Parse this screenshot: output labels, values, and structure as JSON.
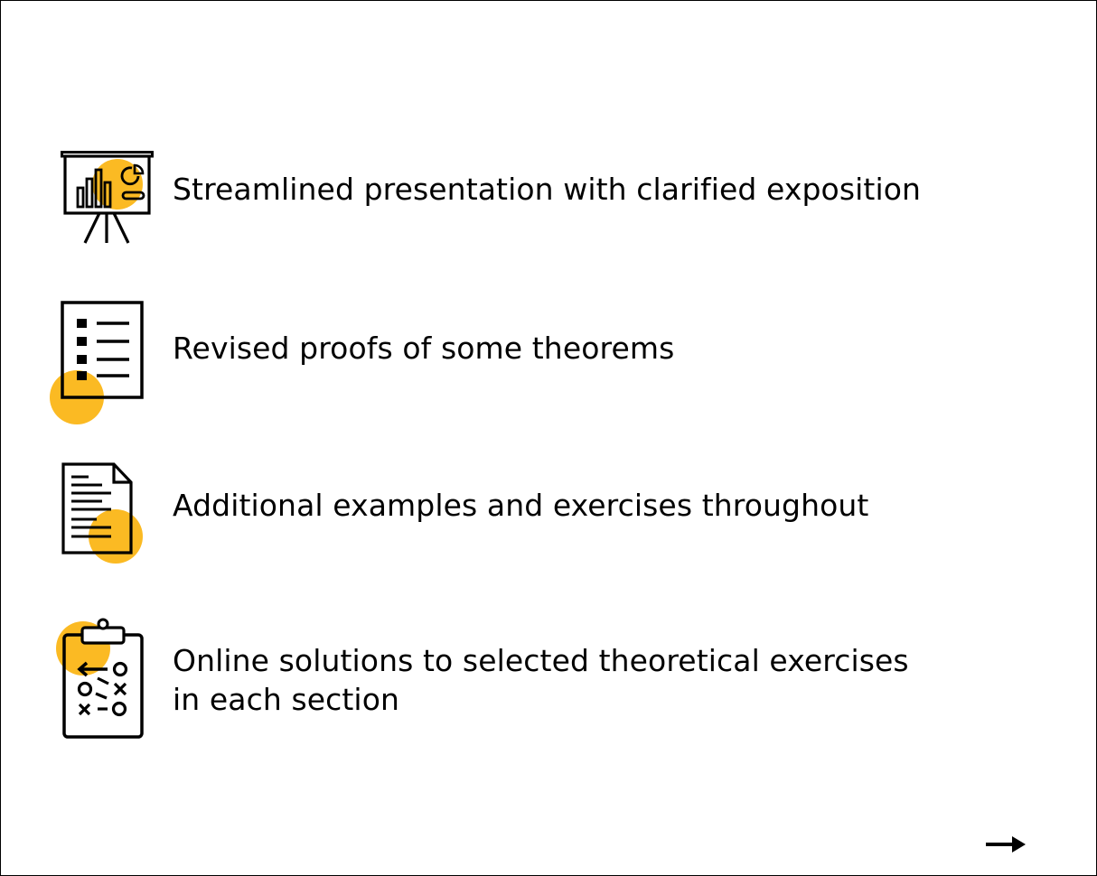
{
  "features": [
    {
      "icon": "presentation-board-icon",
      "text_lines": [
        "Streamlined presentation with clarified exposition"
      ]
    },
    {
      "icon": "checklist-icon",
      "text_lines": [
        "Revised proofs of some theorems"
      ]
    },
    {
      "icon": "document-icon",
      "text_lines": [
        "Additional examples and exercises throughout"
      ]
    },
    {
      "icon": "clipboard-strategy-icon",
      "text_lines": [
        "Online solutions to selected theoretical exercises",
        "in each section"
      ]
    }
  ],
  "navigation": {
    "next_icon": "arrow-right-icon"
  },
  "colors": {
    "accent": "#FBBA23",
    "ink": "#000000",
    "background": "#FFFFFF"
  }
}
